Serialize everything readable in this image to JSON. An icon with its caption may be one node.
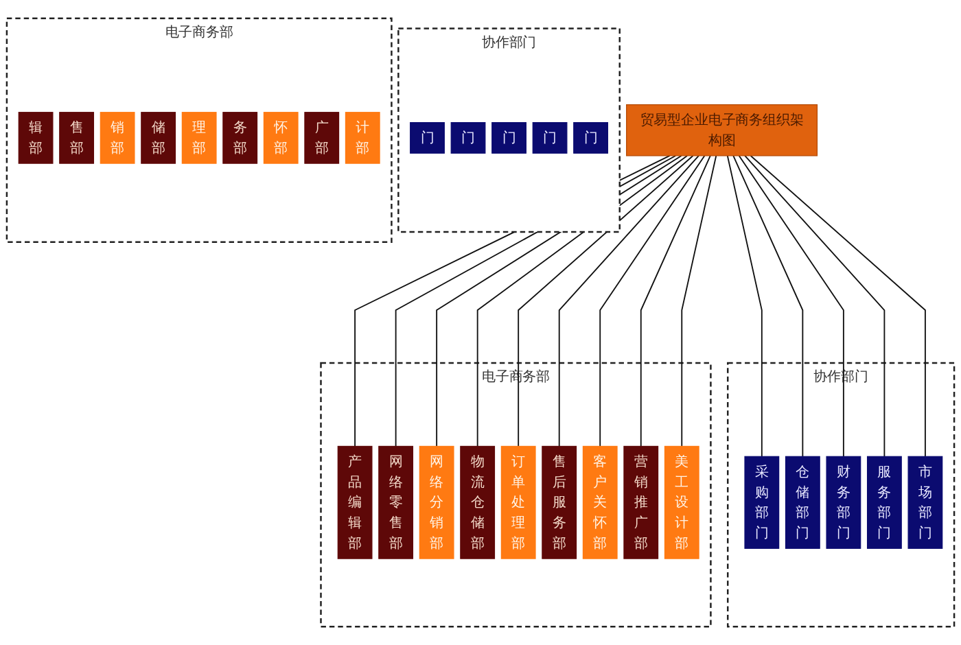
{
  "diagram": {
    "nodes": [
      {
        "text": [
          "协作部门"
        ]
      },
      {
        "text": [
          "门"
        ],
        "in": 0
      },
      {
        "text": [
          "门"
        ],
        "in": 0
      },
      {
        "text": [
          "门"
        ],
        "in": 0
      },
      {
        "text": [
          "门"
        ],
        "in": 0
      },
      {
        "text": [
          "门"
        ],
        "in": 0
      },
      {
        "text": [
          "电子商务部"
        ]
      },
      {
        "text": [
          "辑部"
        ],
        "in": 6
      },
      {
        "text": [
          "售部"
        ],
        "in": 6
      },
      {
        "text": [
          "销部"
        ],
        "in": 6
      },
      {
        "text": [
          "储部"
        ],
        "in": 6
      },
      {
        "text": [
          "理部"
        ],
        "in": 6
      },
      {
        "text": [
          "务部"
        ],
        "in": 6
      },
      {
        "text": [
          "怀部"
        ],
        "in": 6
      },
      {
        "text": [
          "广部"
        ],
        "in": 6
      },
      {
        "text": [
          "计部"
        ],
        "in": 6
      },
      {
        "text": [
          "贸易型企业电子商务组织架构图"
        ]
      },
      {
        "text": [
          "协作部门"
        ]
      },
      {
        "text": [
          "采购部门"
        ],
        "in": 17
      },
      {
        "text": [
          "仓储部门"
        ],
        "in": 17
      },
      {
        "text": [
          "财务部门"
        ],
        "in": 17
      },
      {
        "text": [
          "服务部门"
        ],
        "in": 17
      },
      {
        "text": [
          "市场部门"
        ],
        "in": 17
      },
      {
        "text": [
          "电子商务部"
        ]
      },
      {
        "text": [
          "产品编辑部"
        ],
        "in": 23
      },
      {
        "text": [
          "网络零售部"
        ],
        "in": 23
      },
      {
        "text": [
          "网络分销部"
        ],
        "in": 23
      },
      {
        "text": [
          "物流仓储部"
        ],
        "in": 23
      },
      {
        "text": [
          "订单处理部"
        ],
        "in": 23
      },
      {
        "text": [
          "售后服务部"
        ],
        "in": 23
      },
      {
        "text": [
          "客户关怀部"
        ],
        "in": 23
      },
      {
        "text": [
          "营销推广部"
        ],
        "in": 23
      },
      {
        "text": [
          "美工设计部"
        ],
        "in": 23
      }
    ],
    "edges": [
      {
        "from": 16,
        "to": 18,
        "arrow": "none"
      },
      {
        "from": 16,
        "to": 19,
        "arrow": "none"
      },
      {
        "from": 16,
        "to": 20,
        "arrow": "none"
      },
      {
        "from": 16,
        "to": 21,
        "arrow": "none"
      },
      {
        "from": 16,
        "to": 22,
        "arrow": "none"
      },
      {
        "from": 16,
        "to": 24,
        "arrow": "none"
      },
      {
        "from": 16,
        "to": 25,
        "arrow": "none"
      },
      {
        "from": 16,
        "to": 26,
        "arrow": "none"
      },
      {
        "from": 16,
        "to": 27,
        "arrow": "none"
      },
      {
        "from": 16,
        "to": 28,
        "arrow": "none"
      },
      {
        "from": 16,
        "to": 29,
        "arrow": "none"
      },
      {
        "from": 16,
        "to": 30,
        "arrow": "none"
      },
      {
        "from": 16,
        "to": 31,
        "arrow": "none"
      },
      {
        "from": 16,
        "to": 32,
        "arrow": "none"
      }
    ]
  }
}
